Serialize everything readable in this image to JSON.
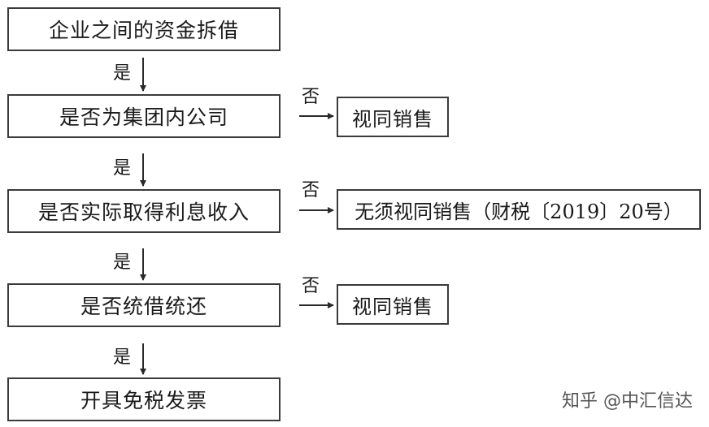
{
  "flow": {
    "steps": [
      {
        "text": "企业之间的资金拆借"
      },
      {
        "text": "是否为集团内公司",
        "no_result": "视同销售"
      },
      {
        "text": "是否实际取得利息收入",
        "no_result": "无须视同销售（财税〔2019〕20号）"
      },
      {
        "text": "是否统借统还",
        "no_result": "视同销售"
      },
      {
        "text": "开具免税发票"
      }
    ],
    "yes_label": "是",
    "no_label": "否"
  },
  "watermark": "知乎 @中汇信达"
}
